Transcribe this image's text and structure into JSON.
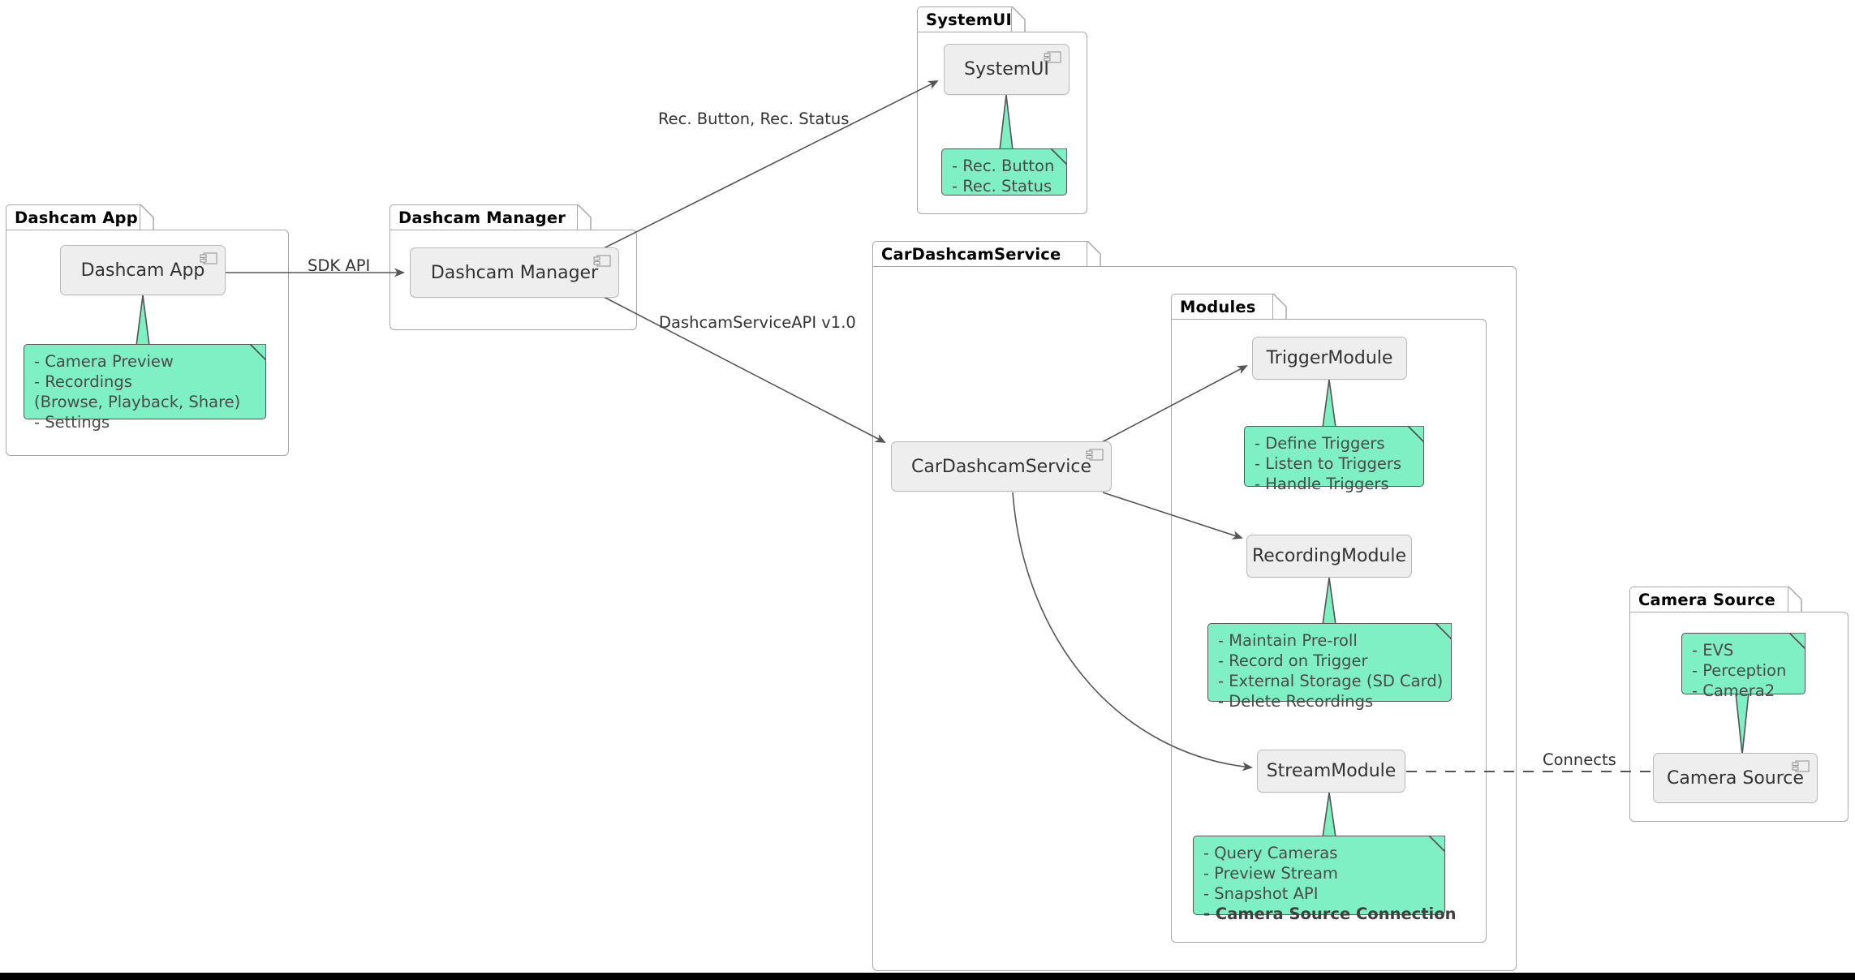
{
  "diagram": {
    "type": "uml-component-diagram",
    "title": "",
    "colors": {
      "note_fill": "#7ff0c4",
      "note_border": "#545454",
      "note_text": "#4a4a4a",
      "component_fill": "#eeeeee",
      "component_border": "#b9b9b9",
      "component_text": "#333333",
      "package_border": "#a8a8a8",
      "package_label": "#000000",
      "edge_stroke": "#555555",
      "background": "#ffffff"
    }
  },
  "packages": [
    {
      "id": "dashcam-app",
      "label": "Dashcam App"
    },
    {
      "id": "dashcam-manager",
      "label": "Dashcam Manager"
    },
    {
      "id": "systemui",
      "label": "SystemUI"
    },
    {
      "id": "cardashcamservice",
      "label": "CarDashcamService"
    },
    {
      "id": "modules",
      "label": "Modules"
    },
    {
      "id": "camera-source",
      "label": "Camera Source"
    }
  ],
  "components": [
    {
      "id": "dashcam-app-comp",
      "label": "Dashcam App",
      "icon": "component-icon"
    },
    {
      "id": "dashcam-manager-comp",
      "label": "Dashcam Manager",
      "icon": "component-icon"
    },
    {
      "id": "systemui-comp",
      "label": "SystemUI",
      "icon": "component-icon"
    },
    {
      "id": "cardashcamservice-comp",
      "label": "CarDashcamService",
      "icon": "component-icon"
    },
    {
      "id": "trigger-module",
      "label": "TriggerModule",
      "icon": null
    },
    {
      "id": "recording-module",
      "label": "RecordingModule",
      "icon": null
    },
    {
      "id": "stream-module",
      "label": "StreamModule",
      "icon": null
    },
    {
      "id": "camera-source-comp",
      "label": "Camera Source",
      "icon": "component-icon"
    }
  ],
  "notes": [
    {
      "id": "note-dashcam-app",
      "attached_to": "dashcam-app-comp",
      "lines": [
        {
          "text": "- Camera Preview",
          "bold": false
        },
        {
          "text": "- Recordings",
          "bold": false
        },
        {
          "text": "  (Browse, Playback, Share)",
          "bold": false
        },
        {
          "text": "- Settings",
          "bold": false
        }
      ]
    },
    {
      "id": "note-systemui",
      "attached_to": "systemui-comp",
      "lines": [
        {
          "text": "- Rec. Button",
          "bold": false
        },
        {
          "text": "- Rec. Status",
          "bold": false
        }
      ]
    },
    {
      "id": "note-trigger-module",
      "attached_to": "trigger-module",
      "lines": [
        {
          "text": "- Define Triggers",
          "bold": false
        },
        {
          "text": "- Listen to Triggers",
          "bold": false
        },
        {
          "text": "- Handle Triggers",
          "bold": false
        }
      ]
    },
    {
      "id": "note-recording-module",
      "attached_to": "recording-module",
      "lines": [
        {
          "text": "- Maintain Pre-roll",
          "bold": false
        },
        {
          "text": "- Record on Trigger",
          "bold": false
        },
        {
          "text": "- External Storage (SD Card)",
          "bold": false
        },
        {
          "text": "- Delete Recordings",
          "bold": false
        }
      ]
    },
    {
      "id": "note-stream-module",
      "attached_to": "stream-module",
      "lines": [
        {
          "text": "- Query Cameras",
          "bold": false
        },
        {
          "text": "- Preview Stream",
          "bold": false
        },
        {
          "text": "- Snapshot API",
          "bold": false
        },
        {
          "text": "- Camera Source Connection",
          "bold": true
        }
      ]
    },
    {
      "id": "note-camera-source",
      "attached_to": "camera-source-comp",
      "lines": [
        {
          "text": "- EVS",
          "bold": false
        },
        {
          "text": "- Perception",
          "bold": false
        },
        {
          "text": "- Camera2",
          "bold": false
        }
      ]
    }
  ],
  "edges": [
    {
      "id": "edge-sdk-api",
      "from": "dashcam-app-comp",
      "to": "dashcam-manager-comp",
      "label": "SDK API",
      "style": "solid-arrow"
    },
    {
      "id": "edge-rec-button-status",
      "from": "dashcam-manager-comp",
      "to": "systemui-comp",
      "label": "Rec. Button, Rec. Status",
      "style": "solid-arrow"
    },
    {
      "id": "edge-dashcamserviceapi",
      "from": "dashcam-manager-comp",
      "to": "cardashcamservice-comp",
      "label": "DashcamServiceAPI v1.0",
      "style": "solid-arrow"
    },
    {
      "id": "edge-to-trigger-module",
      "from": "cardashcamservice-comp",
      "to": "trigger-module",
      "label": "",
      "style": "solid-arrow"
    },
    {
      "id": "edge-to-recording-module",
      "from": "cardashcamservice-comp",
      "to": "recording-module",
      "label": "",
      "style": "solid-arrow"
    },
    {
      "id": "edge-to-stream-module",
      "from": "cardashcamservice-comp",
      "to": "stream-module",
      "label": "",
      "style": "curved-arrow"
    },
    {
      "id": "edge-connects",
      "from": "stream-module",
      "to": "camera-source-comp",
      "label": "Connects",
      "style": "dashed"
    }
  ]
}
